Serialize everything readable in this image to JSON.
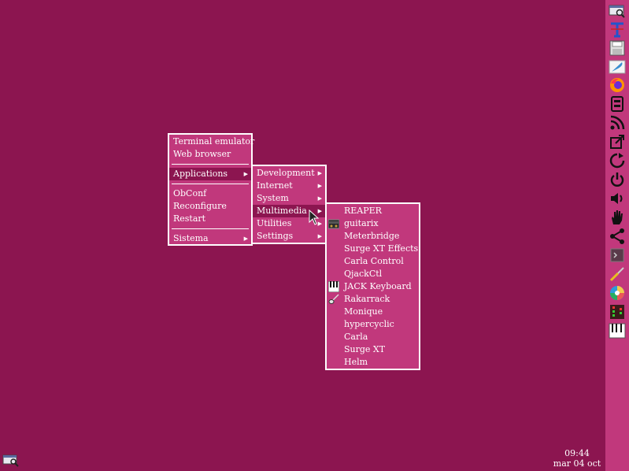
{
  "root_menu": {
    "items": [
      {
        "label": "Terminal emulator"
      },
      {
        "label": "Web browser"
      },
      {
        "label": "Applications",
        "submenu": true
      },
      {
        "label": "ObConf"
      },
      {
        "label": "Reconfigure"
      },
      {
        "label": "Restart"
      },
      {
        "label": "Sistema",
        "submenu": true
      }
    ]
  },
  "applications_menu": {
    "items": [
      {
        "label": "Development"
      },
      {
        "label": "Internet"
      },
      {
        "label": "System"
      },
      {
        "label": "Multimedia"
      },
      {
        "label": "Utilities"
      },
      {
        "label": "Settings"
      }
    ]
  },
  "multimedia_menu": {
    "items": [
      {
        "label": "REAPER"
      },
      {
        "label": "guitarix",
        "icon": "guitarix-icon"
      },
      {
        "label": "Meterbridge"
      },
      {
        "label": "Surge XT Effects"
      },
      {
        "label": "Carla Control"
      },
      {
        "label": "QjackCtl"
      },
      {
        "label": "JACK Keyboard",
        "icon": "piano-keyboard-icon"
      },
      {
        "label": "Rakarrack",
        "icon": "electric-guitar-icon"
      },
      {
        "label": "Monique"
      },
      {
        "label": "hypercyclic"
      },
      {
        "label": "Carla"
      },
      {
        "label": "Surge XT"
      },
      {
        "label": "Helm"
      }
    ]
  },
  "dock": {
    "icons": [
      "window-search-icon",
      "text-editor-icon",
      "floppy-disk-icon",
      "feather-pen-icon",
      "firefox-icon",
      "storage-icon",
      "rss-feed-icon",
      "export-icon",
      "restart-icon",
      "power-icon",
      "volume-icon",
      "hand-icon",
      "share-icon",
      "terminal-icon",
      "screwdriver-icon",
      "color-wheel-icon",
      "equalizer-icon",
      "piano-keyboard-icon"
    ]
  },
  "clock": {
    "time": "09:44",
    "date": "mar 04 oct"
  },
  "colors": {
    "desktop": "#8c1550",
    "menu": "#c1387c",
    "border": "#ffffff"
  }
}
